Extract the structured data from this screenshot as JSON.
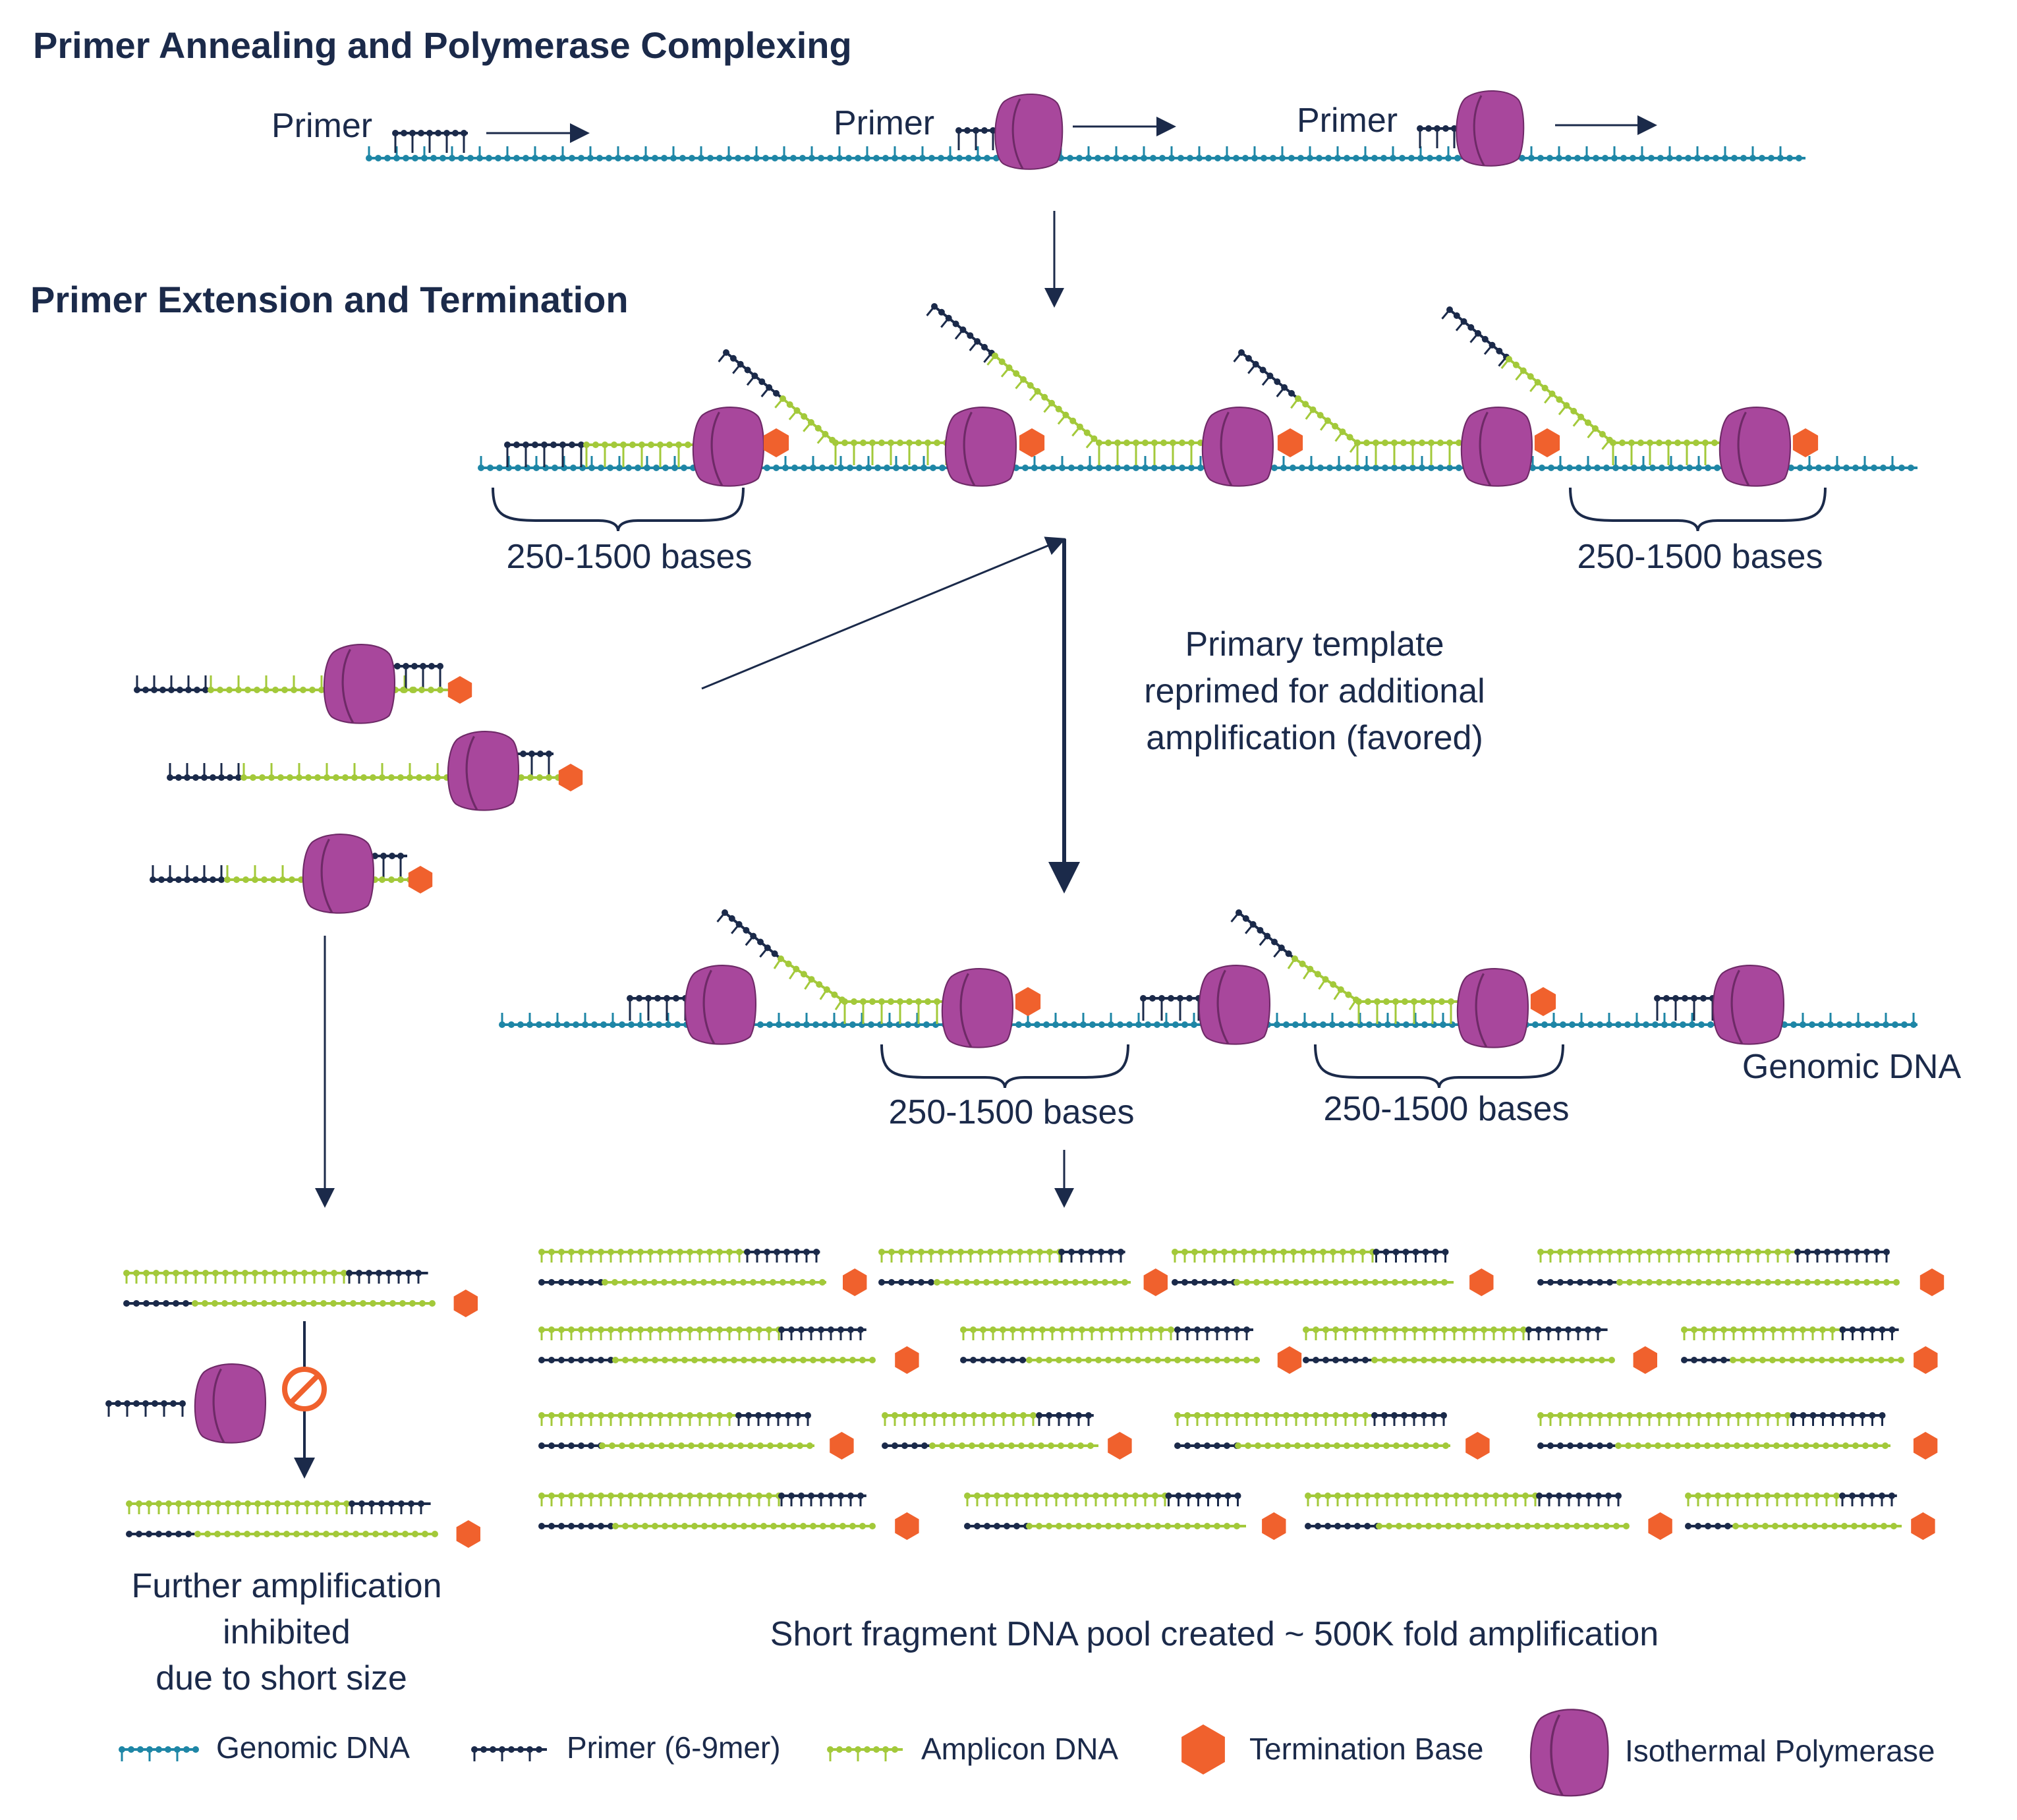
{
  "headings": {
    "annealing": "Primer Annealing and Polymerase Complexing",
    "extension": "Primer Extension and Termination"
  },
  "primer_label": "Primer",
  "bases_label": "250-1500 bases",
  "reprime_note": [
    "Primary template",
    "reprimed for additional",
    "amplification (favored)"
  ],
  "genomic_dna_label": "Genomic DNA",
  "inhibited_note": [
    "Further amplification",
    "inhibited",
    "due to short size"
  ],
  "pool_caption": "Short fragment DNA pool created ~ 500K fold amplification",
  "legend": {
    "genomic": "Genomic DNA",
    "primer": "Primer (6-9mer)",
    "amplicon": "Amplicon DNA",
    "termination": "Termination Base",
    "polymerase": "Isothermal Polymerase"
  },
  "colors": {
    "genomic_dna": "#1e86a6",
    "primer": "#1b2a4a",
    "amplicon": "#a3c93a",
    "termination_base": "#f0612d",
    "polymerase": "#a8479c",
    "text": "#1b2a4a"
  }
}
